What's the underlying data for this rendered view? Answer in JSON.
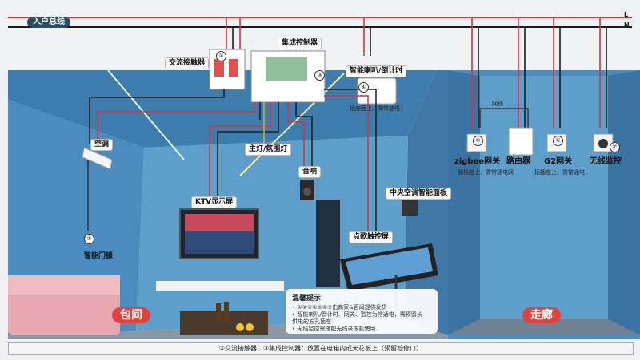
{
  "bus": {
    "title": "入户总线",
    "line_l": "L",
    "line_n": "N"
  },
  "devices": {
    "contactor": "交流接触器",
    "controller": "集成控制器",
    "speaker_timer": "智能喇叭/倒计时",
    "speaker_timer_note": "插座面上，需常通电",
    "aircon": "空调",
    "main_light": "主灯/氛围灯",
    "audio": "音响",
    "ktv_screen": "KTV显示屏",
    "panel": "中央空调智能面板",
    "song_screen": "点歌触控屏",
    "lock": "智能门锁",
    "zigbee": "zigbee网关",
    "zigbee_note": "插插座上，需常通电网",
    "router": "路由器",
    "g2": "G2网关",
    "g2_note": "插插座上，需常通电",
    "camera": "无线监控",
    "network_line": "网线"
  },
  "badges": {
    "contactor": "②",
    "controller": "③",
    "speaker_timer": "④",
    "lock": "①",
    "zigbee": "⑤",
    "g2": "⑥",
    "camera": "⑦"
  },
  "tips": {
    "title": "温馨提示",
    "line1": "• ①②③④⑤⑥⑦由商家&百闼提供发货",
    "line2": "• 智能喇叭/倒计时、网关、监控为常通电，需预留长",
    "line3": "  供电的五孔插座",
    "line4": "• 无线监控需搭配无线录像机使用"
  },
  "rooms": {
    "left": "包间",
    "right": "走廊"
  },
  "footer": "②交流接触器、③集成控制器：放置在电箱内或天花板上（预留检修口）",
  "colors": {
    "live": "#d8323c",
    "neutral": "#1c1c1c",
    "wall": "#4f8fbf",
    "floor": "#6f8294",
    "accent": "#e0433b"
  }
}
